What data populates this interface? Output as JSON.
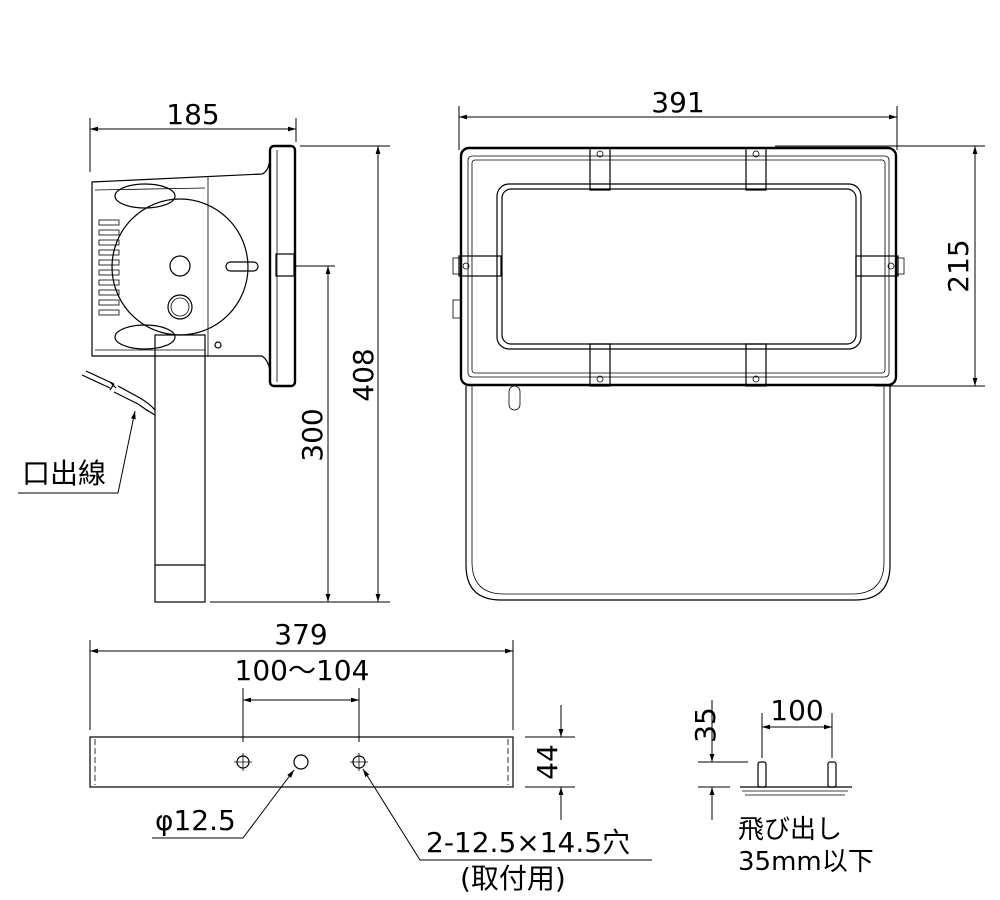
{
  "side_view": {
    "dim_width": "185",
    "dim_height_total": "408",
    "dim_height_pivot": "300",
    "cable_label": "口出線"
  },
  "front_view": {
    "dim_width": "391",
    "dim_height": "215"
  },
  "bracket_view": {
    "dim_length": "379",
    "dim_hole_pitch": "100〜104",
    "dim_width": "44",
    "center_hole_label": "φ12.5",
    "mount_hole_label": "2-12.5×14.5穴",
    "mount_hole_note": "(取付用)"
  },
  "stud_detail": {
    "dim_pitch": "100",
    "dim_protrusion": "35",
    "note_line1": "飛び出し",
    "note_line2": "35mm以下"
  }
}
